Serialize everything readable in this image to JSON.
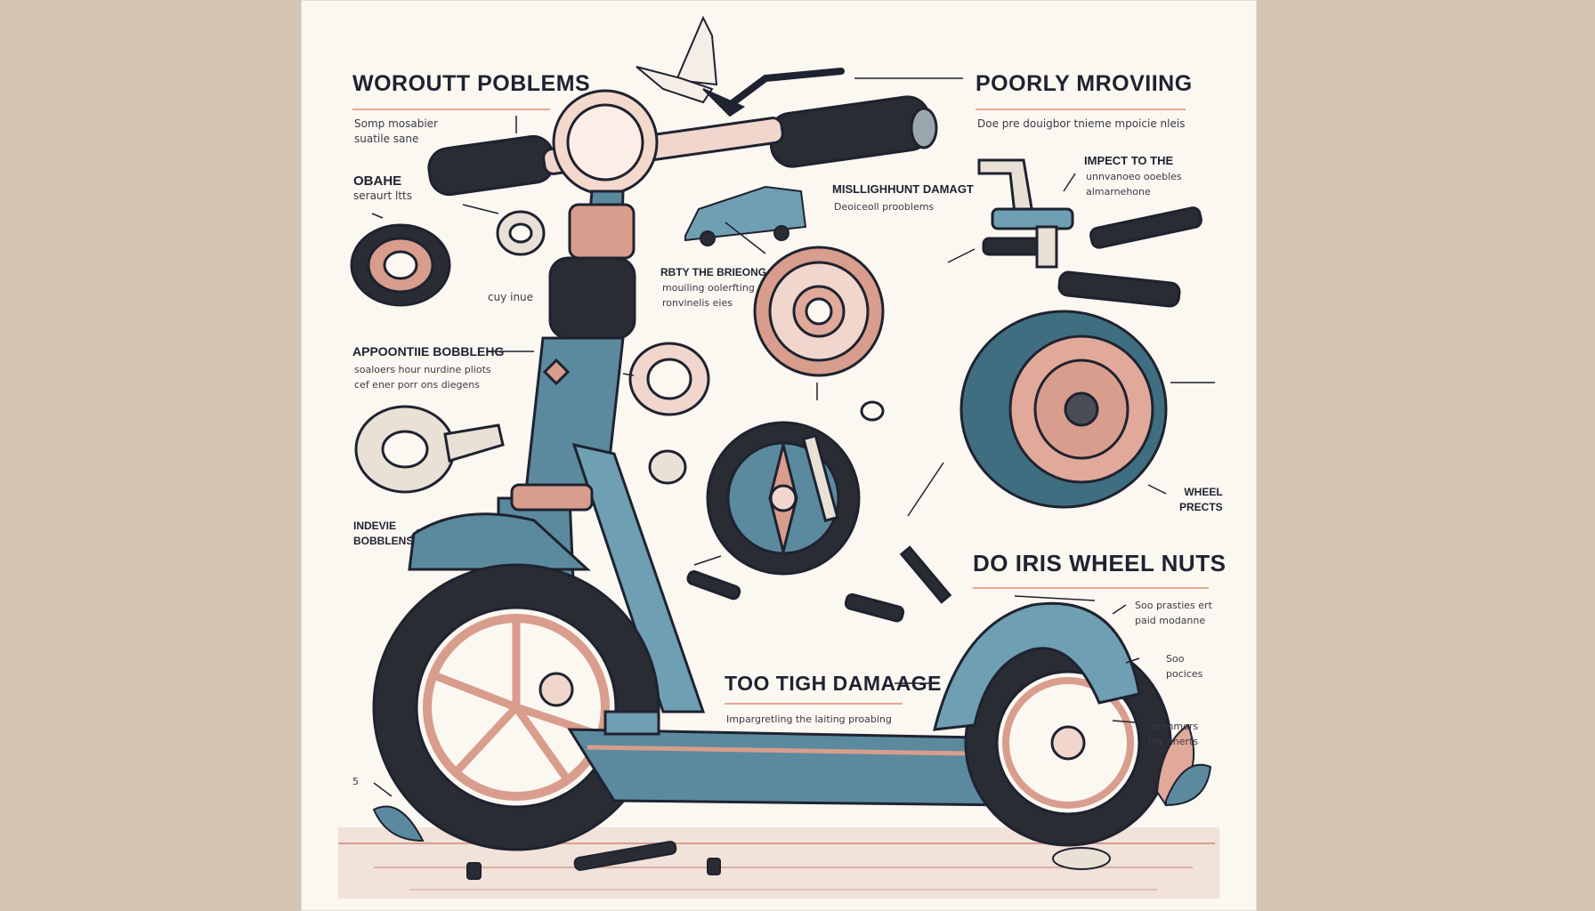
{
  "labels": {
    "worn_problems": "WOROUTT POBLEMS",
    "worn_problems_sub": "Somp mosabier\nsuatile sane",
    "poorly_moving": "POORLY MROVIING",
    "poorly_moving_sub": "Doe pre douigbor tnieme mpoicie nleis",
    "obahe": "OBAHE",
    "obahe_sub": "seraurt ltts",
    "cuy_inue": "cuy inue",
    "misllight": "MISLLIGHHUNT DAMAGT",
    "misllight_sub": "Deoiceoll prooblems",
    "impact": "IMPECT TO THE",
    "impact_sub": "unnvanoeo ooebles\nalmarnehone",
    "rbty": "RBTY THE BRIEONG-",
    "rbty_sub": "mouiling oolerfting\nronvinelis eies",
    "appoint": "APPOONTIIE BOBBLEHG",
    "appoint_sub": "soaloers hour nurdine pliots\ncef ener porr ons diegens",
    "wheel_prects": "WHEEL\nPRECTS",
    "indevie": "INDEVIE\nBOBBLENS",
    "do_iris": "DO IRIS  WHEEL  NUTS",
    "soo_pracics": "Soo prasties ert\npaid modanne",
    "soo_pocices": "Soo\npocices",
    "too_tigh": "TOO TIGH DAMAAGE",
    "too_tigh_sub": "Impargretling the laiting proabing",
    "ummors": "ummmors\nmy nherts",
    "five": "5"
  },
  "colors": {
    "teal": "#5b8a9e",
    "teal_dark": "#2e5466",
    "rose": "#d89d8c",
    "ink": "#1f2230",
    "paper": "#fbf7f1",
    "background": "#d5c5b3"
  }
}
